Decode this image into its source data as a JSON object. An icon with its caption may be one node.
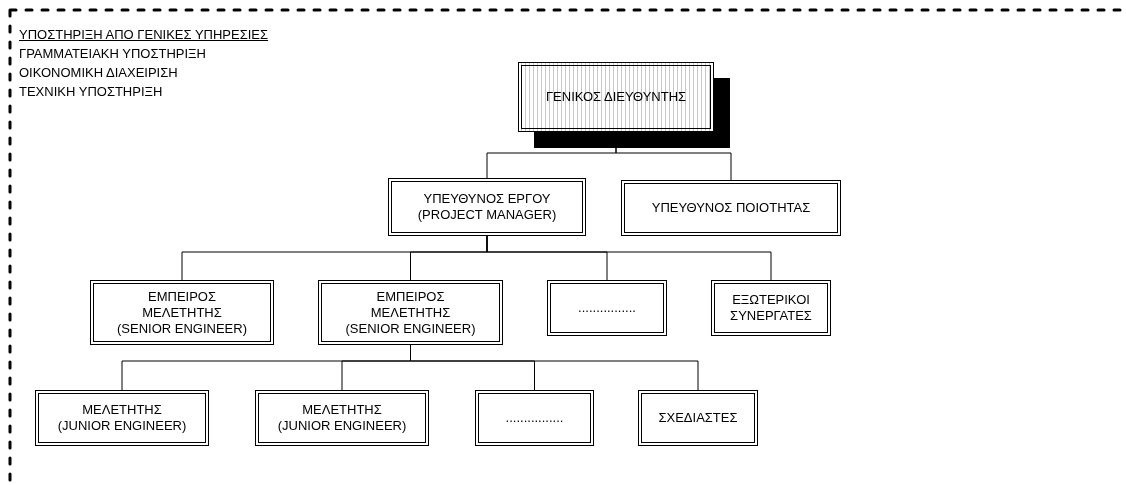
{
  "diagram": {
    "nodes": [
      {
        "text": [
          "ΓΕΝΙΚΟΣ ΔΙΕΥΘΥΝΤΗΣ"
        ]
      },
      {
        "text": [
          "ΥΠΕΥΘΥΝΟΣ ΕΡΓΟΥ",
          "(PROJECT MANAGER)"
        ]
      },
      {
        "text": [
          "ΥΠΕΥΘΥΝΟΣ ΠΟΙΟΤΗΤΑΣ"
        ]
      },
      {
        "text": [
          "ΕΜΠΕΙΡΟΣ ΜΕΛΕΤΗΤΗΣ",
          "(SENIOR ENGINEER)"
        ]
      },
      {
        "text": [
          "ΕΜΠΕΙΡΟΣ ΜΕΛΕΤΗΤΗΣ",
          "(SENIOR ENGINEER)"
        ]
      },
      {
        "text": [
          "................"
        ]
      },
      {
        "text": [
          "ΕΞΩΤΕΡΙΚΟΙ ΣΥΝΕΡΓΑΤΕΣ"
        ]
      },
      {
        "text": [
          "ΜΕΛΕΤΗΤΗΣ",
          "(JUNIOR ENGINEER)"
        ]
      },
      {
        "text": [
          "ΜΕΛΕΤΗΤΗΣ",
          "(JUNIOR ENGINEER)"
        ]
      },
      {
        "text": [
          "................"
        ]
      },
      {
        "text": [
          "ΣΧΕΔΙΑΣΤΕΣ"
        ]
      }
    ],
    "edges": [
      {
        "from": 0,
        "to": 1,
        "arrow": "none"
      },
      {
        "from": 0,
        "to": 2,
        "arrow": "none"
      },
      {
        "from": 1,
        "to": 3,
        "arrow": "none"
      },
      {
        "from": 1,
        "to": 4,
        "arrow": "none"
      },
      {
        "from": 1,
        "to": 5,
        "arrow": "none"
      },
      {
        "from": 1,
        "to": 6,
        "arrow": "none"
      },
      {
        "from": 4,
        "to": 7,
        "arrow": "none"
      },
      {
        "from": 4,
        "to": 8,
        "arrow": "none"
      },
      {
        "from": 4,
        "to": 9,
        "arrow": "none"
      },
      {
        "from": 4,
        "to": 10,
        "arrow": "none"
      }
    ],
    "labels": [
      "ΥΠΟΣΤΗΡΙΞΗ ΑΠΟ ΓΕΝΙΚΕΣ ΥΠΗΡΕΣΙΕΣ",
      "ΓΡΑΜΜΑΤΕΙΑΚΗ ΥΠΟΣΤΗΡΙΞΗ",
      "ΟΙΚΟΝΟΜΙΚΗ ΔΙΑΧΕΙΡΙΣΗ",
      "ΤΕΧΝΙΚΗ ΥΠΟΣΤΗΡΙΞΗ"
    ]
  }
}
